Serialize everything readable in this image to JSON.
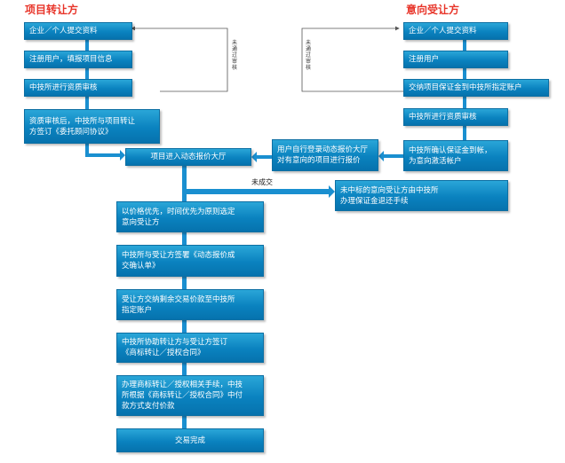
{
  "headers": {
    "left": "项目转让方",
    "right": "意向受让方"
  },
  "left_steps": [
    "企业／个人提交资料",
    "注册用户，填报项目信息",
    "中技所进行资质审核",
    "资质审核后，中技所与项目转让\n方签订《委托顾问协议》"
  ],
  "right_steps": [
    "企业／个人提交资料",
    "注册用户",
    "交纳项目保证金到中技所指定账户",
    "中技所进行资质审核",
    "中技所确认保证金到帐，\n为意向激活帐户"
  ],
  "hall_box": "项目进入动态报价大厅",
  "bid_box": "用户自行登录动态报价大厅\n对有意向的项目进行报价",
  "refund_box": "未中标的意向受让方由中技所\n办理保证金退还手续",
  "not_deal_label": "未成交",
  "fail_note_left": "未通过审核",
  "fail_note_right": "未通过审核",
  "main_steps": [
    "以价格优先，时间优先为原则选定\n意向受让方",
    "中技所与受让方签署《动态报价成\n交确认单》",
    "受让方交纳剩余交易价款至中技所\n指定账户",
    "中技所协助转让方与受让方签订\n《商标转让／授权合同》",
    "办理商标转让／授权相关手续，中技\n所根据《商标转让／授权合同》中付\n款方式支付价款",
    "交易完成"
  ],
  "colors": {
    "box_fill": "#0a82bf",
    "box_text": "#ffffff",
    "header_text": "#e8352a",
    "arrow": "#1a8fd0",
    "thin_line": "#555555"
  }
}
